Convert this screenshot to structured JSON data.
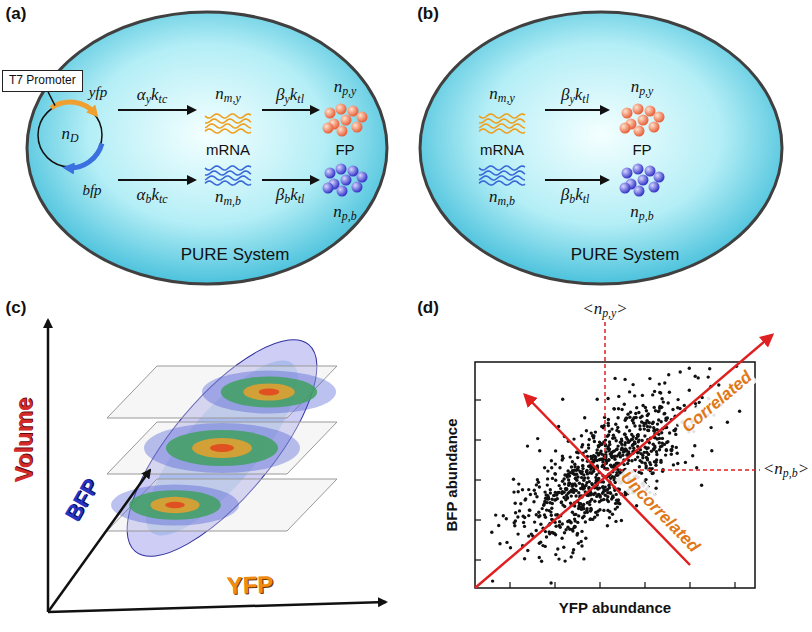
{
  "diagram": {
    "nodes": [
      {
        "text": [
          "PURE System"
        ]
      },
      {
        "text": [
          "T7 Promoter"
        ],
        "in": 0
      },
      {
        "text": [
          "nD"
        ],
        "in": 0
      },
      {
        "text": [
          "PURE System"
        ]
      }
    ],
    "edges": [
      {
        "from": 1,
        "to": 2,
        "arrow": "none"
      }
    ],
    "labels": [
      "(a)",
      "yfp",
      "bfp",
      "αyktc",
      "αbktc",
      "nm,y",
      "mRNA",
      "nm,b",
      "βyktl",
      "βbktl",
      "np,y",
      "FP",
      "np,b",
      "(b)",
      "nm,y",
      "mRNA",
      "nm,b",
      "βyktl",
      "βbktl",
      "np,y",
      "FP",
      "np,b",
      "(c)",
      "Volume",
      "BFP",
      "YFP",
      "(d)",
      "<np,y>",
      "<np,b>",
      "Correlated",
      "Uncorrelated",
      "BFP abundance",
      "YFP abundance"
    ]
  }
}
